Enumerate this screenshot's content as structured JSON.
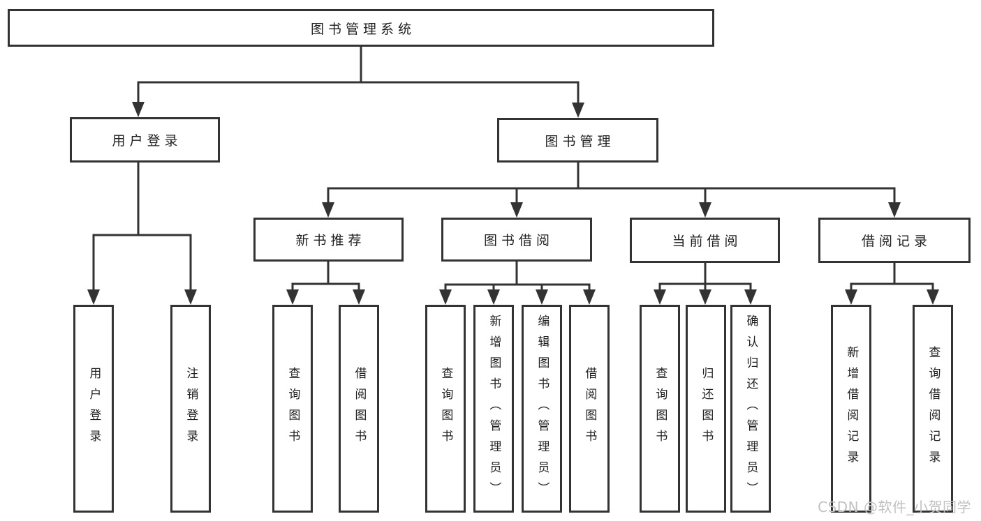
{
  "diagram": {
    "root": {
      "label": "图书管理系统"
    },
    "level2": [
      {
        "label": "用户登录"
      },
      {
        "label": "图书管理"
      }
    ],
    "level3": [
      {
        "label": "新书推荐"
      },
      {
        "label": "图书借阅"
      },
      {
        "label": "当前借阅"
      },
      {
        "label": "借阅记录"
      }
    ],
    "leaves": {
      "user_login": [
        "用户登录",
        "注销登录"
      ],
      "new_book": [
        "查询图书",
        "借阅图书"
      ],
      "borrow": [
        "查询图书",
        "新增图书（管理员）",
        "编辑图书（管理员）",
        "借阅图书"
      ],
      "current": [
        "查询图书",
        "归还图书",
        "确认归还（管理员）"
      ],
      "records": [
        "新增借阅记录",
        "查询借阅记录"
      ]
    }
  },
  "watermark": {
    "text": "CSDN @软件_小贺同学"
  },
  "colors": {
    "line": "#333333",
    "border": "#333333",
    "text": "#1f1f1f",
    "watermark": "#c2c0c0",
    "background": "#ffffff"
  }
}
